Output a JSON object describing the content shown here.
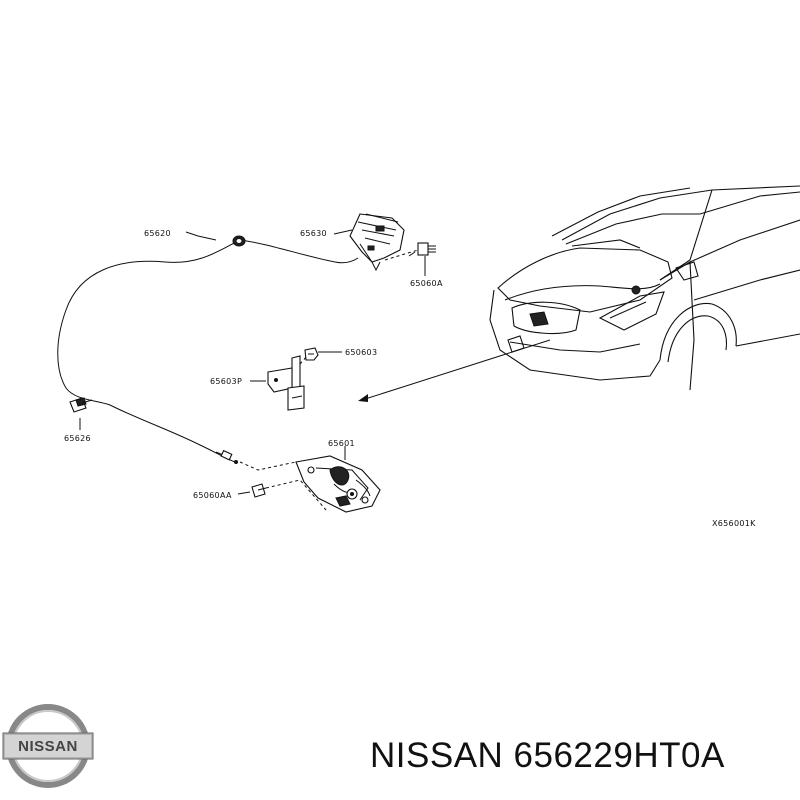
{
  "diagram": {
    "labels": {
      "cable": "65620",
      "handle": "65630",
      "handle_bolt": "65060A",
      "bolt": "650603",
      "bracket": "65603P",
      "clip": "65626",
      "lock": "65601",
      "lock_bolt": "65060AA",
      "figure_code": "X656001K"
    }
  },
  "logo": {
    "brand": "NISSAN"
  },
  "caption": "NISSAN 656229HT0A"
}
